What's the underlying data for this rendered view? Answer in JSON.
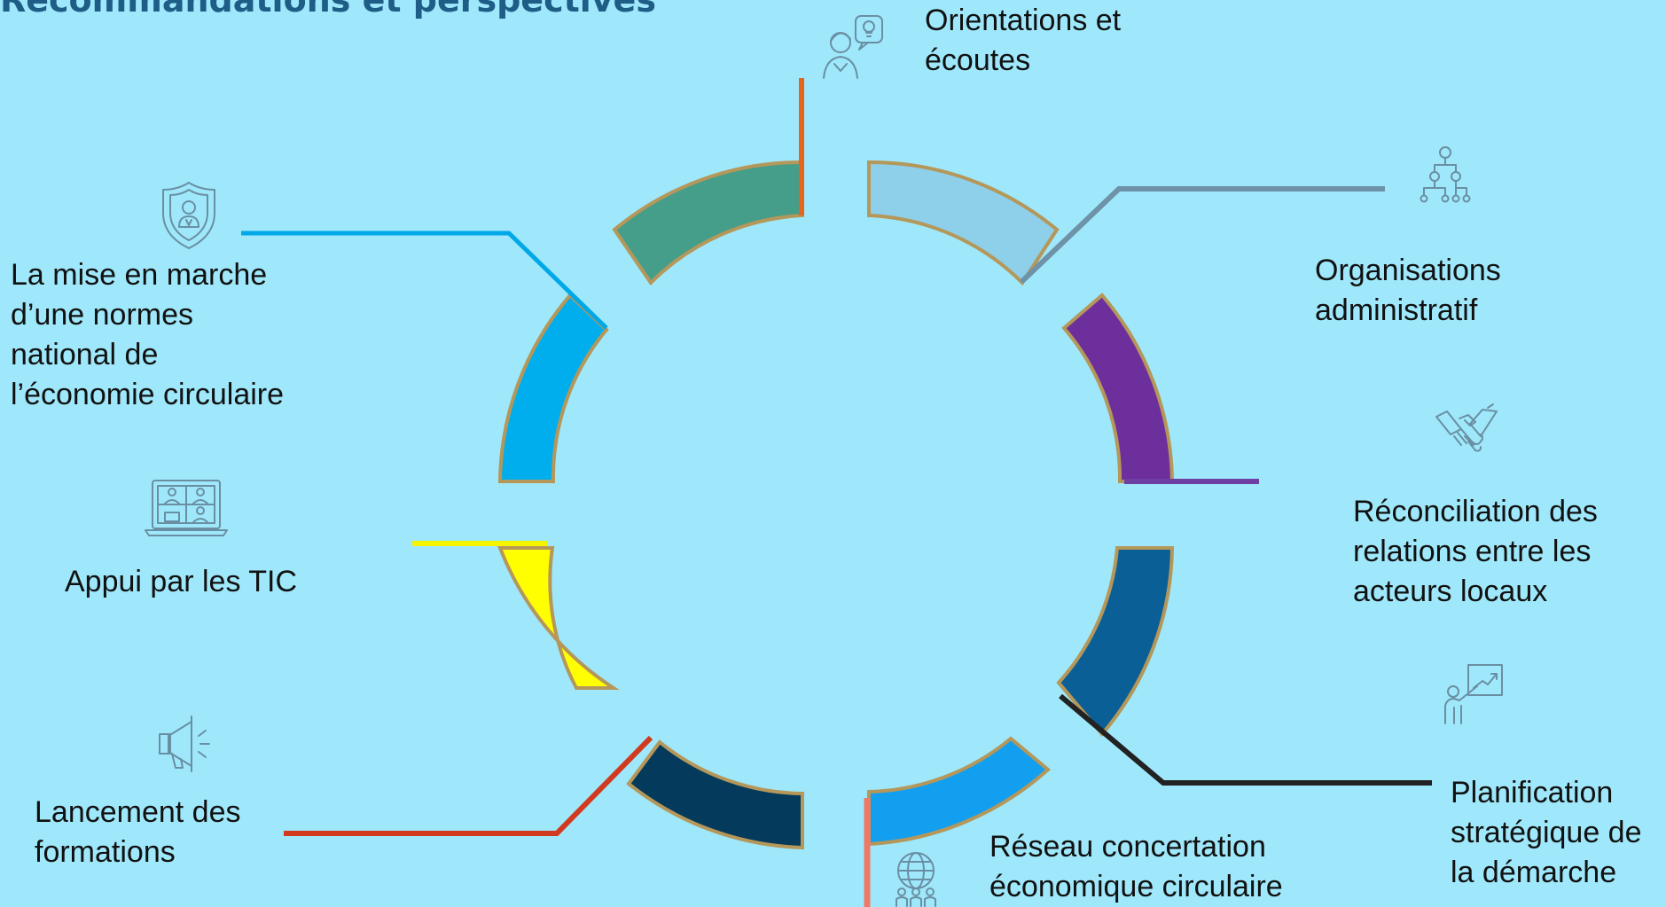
{
  "slide": {
    "title": "Recommandations et perspectives",
    "background": "#9fe8fb",
    "border_color": "#b5975a",
    "icon_color": "#6a8fa3"
  },
  "segments": [
    {
      "id": "orientations",
      "color": "#459e8a",
      "lines": [
        "Orientations et",
        "écoutes"
      ],
      "icon": "person-lightbulb-icon",
      "connector_color": "#e2661d"
    },
    {
      "id": "organisations",
      "color": "#8ecfea",
      "lines": [
        "Organisations",
        "administratif"
      ],
      "icon": "org-chart-icon",
      "connector_color": "#6e92a8"
    },
    {
      "id": "reconciliation",
      "color": "#6d2f9b",
      "lines": [
        "Réconciliation des",
        "relations entre les",
        "acteurs locaux"
      ],
      "icon": "handshake-icon",
      "connector_color": "#6d3fa3"
    },
    {
      "id": "planification",
      "color": "#0a5f96",
      "lines": [
        "Planification",
        "stratégique de",
        "la démarche"
      ],
      "icon": "presentation-growth-icon",
      "connector_color": "#222222"
    },
    {
      "id": "reseau",
      "color": "#139ff0",
      "lines": [
        "Réseau concertation",
        "économique circulaire"
      ],
      "icon": "globe-network-icon",
      "connector_color": "#ee7a66"
    },
    {
      "id": "formations",
      "color": "#043a5c",
      "lines": [
        "Lancement des",
        "formations"
      ],
      "icon": "megaphone-icon",
      "connector_color": "#d13a1f"
    },
    {
      "id": "tic",
      "color": "#ffff00",
      "lines": [
        "Appui par les TIC"
      ],
      "icon": "video-conference-icon",
      "connector_color": "#f5f500"
    },
    {
      "id": "normes",
      "color": "#00aeee",
      "lines": [
        "La mise en marche",
        "d’une normes",
        "national de",
        "l’économie circulaire"
      ],
      "icon": "shield-person-icon",
      "connector_color": "#00a8e8"
    }
  ]
}
